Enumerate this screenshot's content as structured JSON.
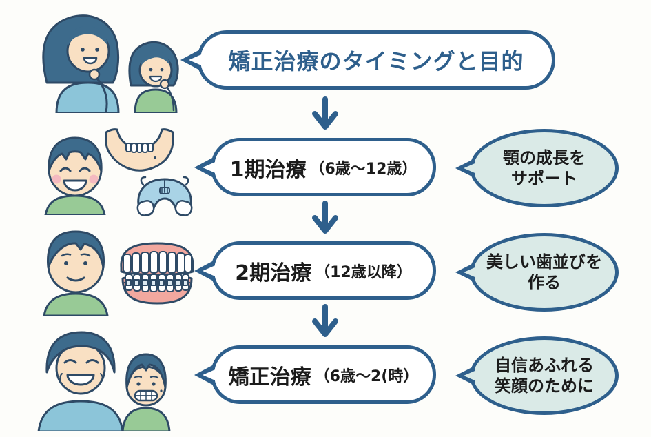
{
  "title": "矯正治療のタイミングと目的",
  "steps": [
    {
      "label": "1期治療",
      "age": "（6歳〜12歳）",
      "note": [
        "顎の成長を",
        "サポート"
      ]
    },
    {
      "label": "2期治療",
      "age": "（12歳以降）",
      "note": [
        "美しい歯並びを",
        "作る"
      ]
    },
    {
      "label": "矯正治療",
      "age": "（6歳〜2(時）",
      "note": [
        "自信あふれる",
        "笑顔のために"
      ]
    }
  ],
  "icons": {
    "header": "mother-and-child",
    "step1": [
      "boy-face",
      "lower-jaw",
      "palatal-expander"
    ],
    "step2": [
      "teen-boy",
      "teeth-with-braces"
    ],
    "step3": [
      "father-and-son"
    ],
    "connector": "down-arrow"
  },
  "colors": {
    "accent_blue": "#2e5f8c",
    "bubble_fill": "#ffffff",
    "note_fill": "#daeae7",
    "text_black": "#1b1b1b",
    "background": "#fdfdfa"
  }
}
